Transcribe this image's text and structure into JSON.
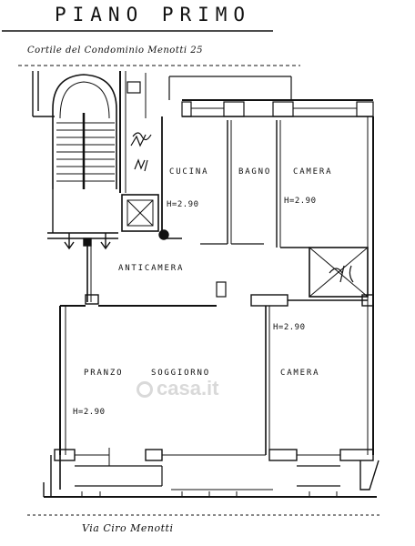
{
  "title": "PIANO PRIMO",
  "top_note": "Cortile del Condominio Menotti 25",
  "bottom_note": "Via Ciro Menotti",
  "rooms": {
    "cucina": "CUCINA",
    "bagno": "BAGNO",
    "camera_top": "CAMERA",
    "anticamera": "ANTICAMERA",
    "pranzo": "PRANZO",
    "soggiorno": "SOGGIORNO",
    "camera_bottom": "CAMERA"
  },
  "heights": {
    "cucina": "H=2.90",
    "camera_top": "H=2.90",
    "camera_bottom": "H=2.90",
    "pranzo": "H=2.90"
  },
  "watermark": "casa.it"
}
